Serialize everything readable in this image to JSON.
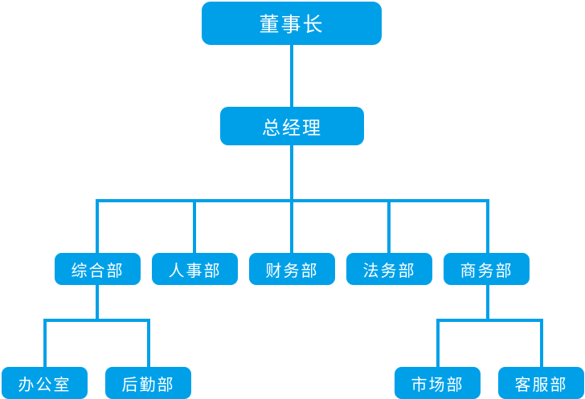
{
  "chart_title": "",
  "theme": {
    "node_color": "#00a0e9",
    "connector_color": "#00a0e9",
    "text_color": "#ffffff",
    "background_color": "#ffffff"
  },
  "org": {
    "level1": {
      "chairman": "董事长"
    },
    "level2": {
      "general_manager": "总经理"
    },
    "level3": [
      {
        "label": "综合部"
      },
      {
        "label": "人事部"
      },
      {
        "label": "财务部"
      },
      {
        "label": "法务部"
      },
      {
        "label": "商务部"
      }
    ],
    "level4_left": [
      {
        "label": "办公室"
      },
      {
        "label": "后勤部"
      }
    ],
    "level4_right": [
      {
        "label": "市场部"
      },
      {
        "label": "客服部"
      }
    ]
  }
}
